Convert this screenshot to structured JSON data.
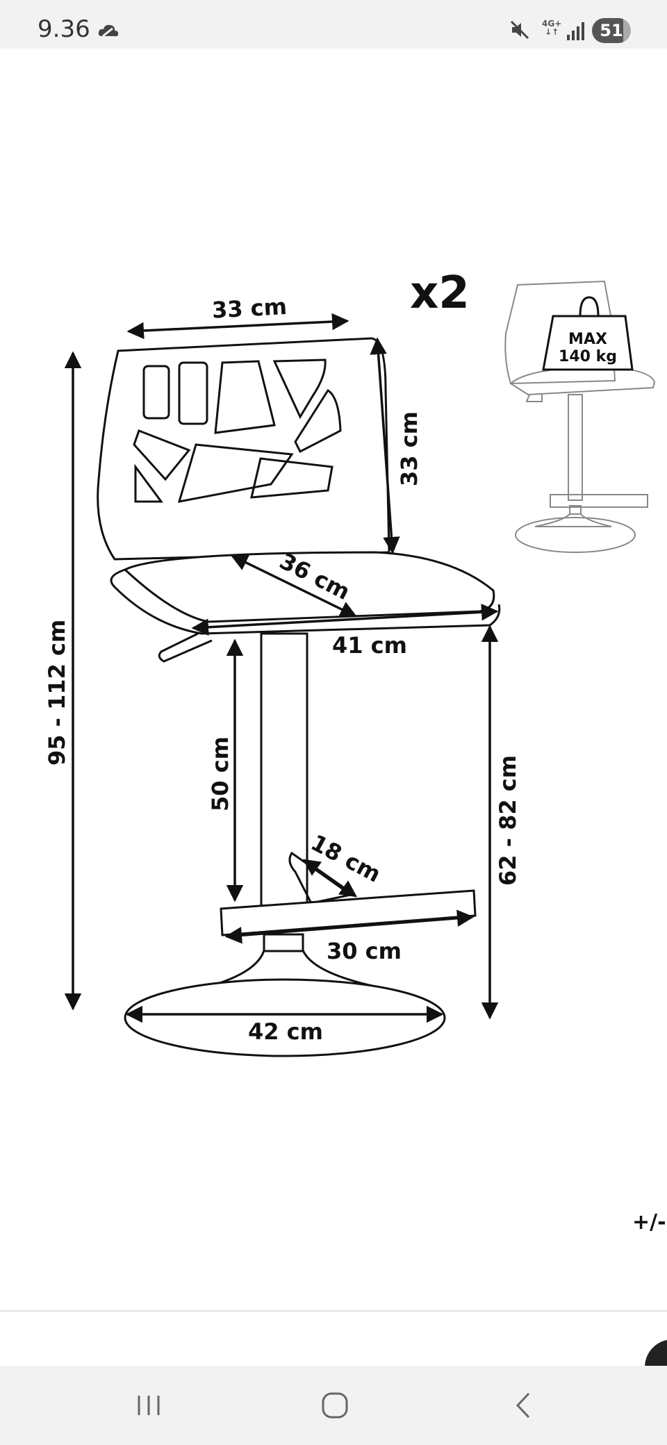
{
  "status_bar": {
    "time": "9.36",
    "network": "4G+",
    "battery": "51"
  },
  "diagram": {
    "quantity": "x2",
    "max_load_label": "MAX",
    "max_load_value": "140 kg",
    "dims": {
      "backrest_width": "33 cm",
      "backrest_height": "33 cm",
      "seat_depth": "36 cm",
      "seat_width": "41 cm",
      "total_height": "95 - 112 cm",
      "column_height": "50 cm",
      "seat_height": "62 - 82 cm",
      "footrest_depth": "18 cm",
      "footrest_width": "30 cm",
      "base_diameter": "42 cm"
    }
  },
  "partial_text": "+/-",
  "colors": {
    "status_bar_bg": "#f2f2f2",
    "page_bg": "#ffffff",
    "ink": "#111111"
  }
}
